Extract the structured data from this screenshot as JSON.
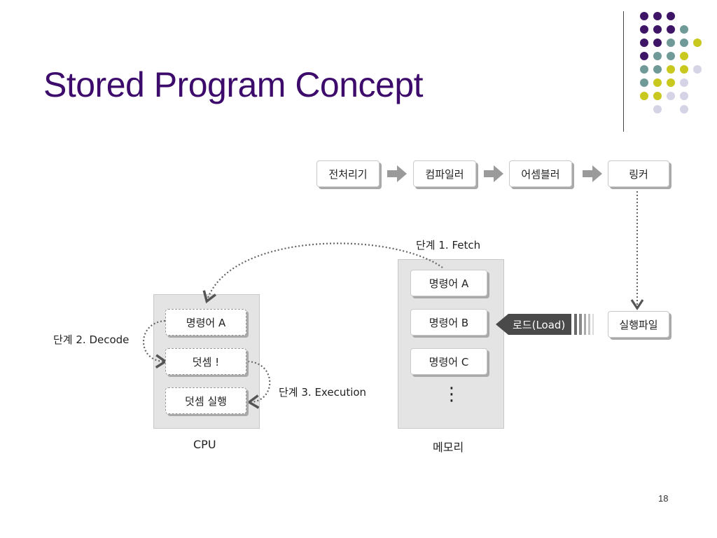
{
  "slide": {
    "title": "Stored Program Concept",
    "page_number": "18"
  },
  "pipeline": {
    "steps": [
      "전처리기",
      "컴파일러",
      "어셈블러",
      "링커"
    ]
  },
  "memory": {
    "caption": "메모리",
    "items": [
      "명령어 A",
      "명령어 B",
      "명령어 C"
    ],
    "ellipsis": "⋮"
  },
  "cpu": {
    "caption": "CPU",
    "items": [
      "명령어 A",
      "덧셈 !",
      "덧셈 실행"
    ]
  },
  "load": {
    "label": "로드(Load)",
    "executable": "실행파일"
  },
  "stages": {
    "fetch": "단계 1. Fetch",
    "decode": "단계 2. Decode",
    "execution": "단계 3. Execution"
  },
  "colors": {
    "title": "#3d0b6b",
    "dot_purple": "#3d1466",
    "dot_teal": "#6f9a98",
    "dot_yellow": "#c8c81e",
    "dot_lavender": "#d5d3e6"
  }
}
